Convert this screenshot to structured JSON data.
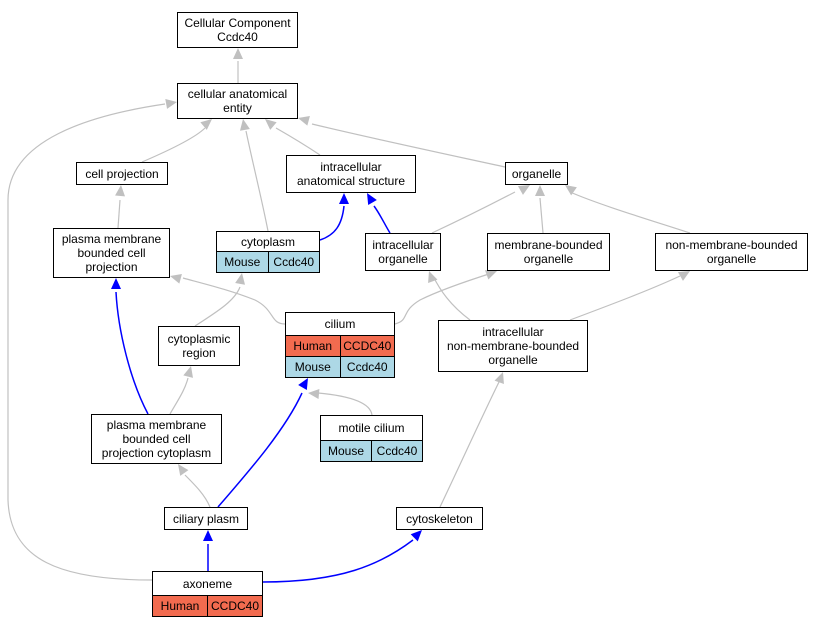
{
  "diagram": {
    "nodes": [
      {
        "id": "cc",
        "label": "Cellular Component\nCcdc40",
        "rows": []
      },
      {
        "id": "cae",
        "label": "cellular anatomical\nentity",
        "rows": []
      },
      {
        "id": "cellproj",
        "label": "cell projection",
        "rows": []
      },
      {
        "id": "ias",
        "label": "intracellular\nanatomical structure",
        "rows": []
      },
      {
        "id": "organelle",
        "label": "organelle",
        "rows": []
      },
      {
        "id": "pmbcp",
        "label": "plasma membrane\nbounded cell\nprojection",
        "rows": []
      },
      {
        "id": "cytoplasm",
        "label": "cytoplasm",
        "rows": [
          {
            "species": "Mouse",
            "gene": "Ccdc40"
          }
        ]
      },
      {
        "id": "intraorg",
        "label": "intracellular\norganelle",
        "rows": []
      },
      {
        "id": "mbo",
        "label": "membrane-bounded\norganelle",
        "rows": []
      },
      {
        "id": "nmbo",
        "label": "non-membrane-bounded\norganelle",
        "rows": []
      },
      {
        "id": "cilium",
        "label": "cilium",
        "rows": [
          {
            "species": "Human",
            "gene": "CCDC40"
          },
          {
            "species": "Mouse",
            "gene": "Ccdc40"
          }
        ]
      },
      {
        "id": "cytoregion",
        "label": "cytoplasmic\nregion",
        "rows": []
      },
      {
        "id": "inmbo",
        "label": "intracellular\nnon-membrane-bounded\norganelle",
        "rows": []
      },
      {
        "id": "motile",
        "label": "motile cilium",
        "rows": [
          {
            "species": "Mouse",
            "gene": "Ccdc40"
          }
        ]
      },
      {
        "id": "pmbcpc",
        "label": "plasma membrane\nbounded cell\nprojection cytoplasm",
        "rows": []
      },
      {
        "id": "ciliary",
        "label": "ciliary plasm",
        "rows": []
      },
      {
        "id": "cytoskeleton",
        "label": "cytoskeleton",
        "rows": []
      },
      {
        "id": "axoneme",
        "label": "axoneme",
        "rows": [
          {
            "species": "Human",
            "gene": "CCDC40"
          }
        ]
      }
    ],
    "edges": [
      {
        "from": "cae",
        "to": "cc",
        "kind": "is_a"
      },
      {
        "from": "cellproj",
        "to": "cae",
        "kind": "is_a"
      },
      {
        "from": "cytoplasm",
        "to": "cae",
        "kind": "is_a"
      },
      {
        "from": "ias",
        "to": "cae",
        "kind": "is_a"
      },
      {
        "from": "organelle",
        "to": "cae",
        "kind": "is_a"
      },
      {
        "from": "axoneme",
        "to": "cae",
        "kind": "is_a"
      },
      {
        "from": "pmbcp",
        "to": "cellproj",
        "kind": "is_a"
      },
      {
        "from": "cytoplasm",
        "to": "ias",
        "kind": "part_of"
      },
      {
        "from": "intraorg",
        "to": "ias",
        "kind": "part_of"
      },
      {
        "from": "intraorg",
        "to": "organelle",
        "kind": "is_a"
      },
      {
        "from": "mbo",
        "to": "organelle",
        "kind": "is_a"
      },
      {
        "from": "nmbo",
        "to": "organelle",
        "kind": "is_a"
      },
      {
        "from": "cilium",
        "to": "pmbcp",
        "kind": "is_a"
      },
      {
        "from": "cilium",
        "to": "mbo",
        "kind": "is_a"
      },
      {
        "from": "inmbo",
        "to": "intraorg",
        "kind": "is_a"
      },
      {
        "from": "inmbo",
        "to": "nmbo",
        "kind": "is_a"
      },
      {
        "from": "cytoregion",
        "to": "cytoplasm",
        "kind": "is_a"
      },
      {
        "from": "pmbcpc",
        "to": "cytoregion",
        "kind": "is_a"
      },
      {
        "from": "pmbcpc",
        "to": "pmbcp",
        "kind": "part_of"
      },
      {
        "from": "motile",
        "to": "cilium",
        "kind": "is_a"
      },
      {
        "from": "ciliary",
        "to": "pmbcpc",
        "kind": "is_a"
      },
      {
        "from": "ciliary",
        "to": "cilium",
        "kind": "part_of"
      },
      {
        "from": "cytoskeleton",
        "to": "inmbo",
        "kind": "is_a"
      },
      {
        "from": "axoneme",
        "to": "ciliary",
        "kind": "part_of"
      },
      {
        "from": "axoneme",
        "to": "cytoskeleton",
        "kind": "part_of"
      }
    ],
    "colors": {
      "is_a": "#c0c0c0",
      "part_of": "#0000ff",
      "human": "#f26b4f",
      "mouse": "#add8e6"
    }
  }
}
